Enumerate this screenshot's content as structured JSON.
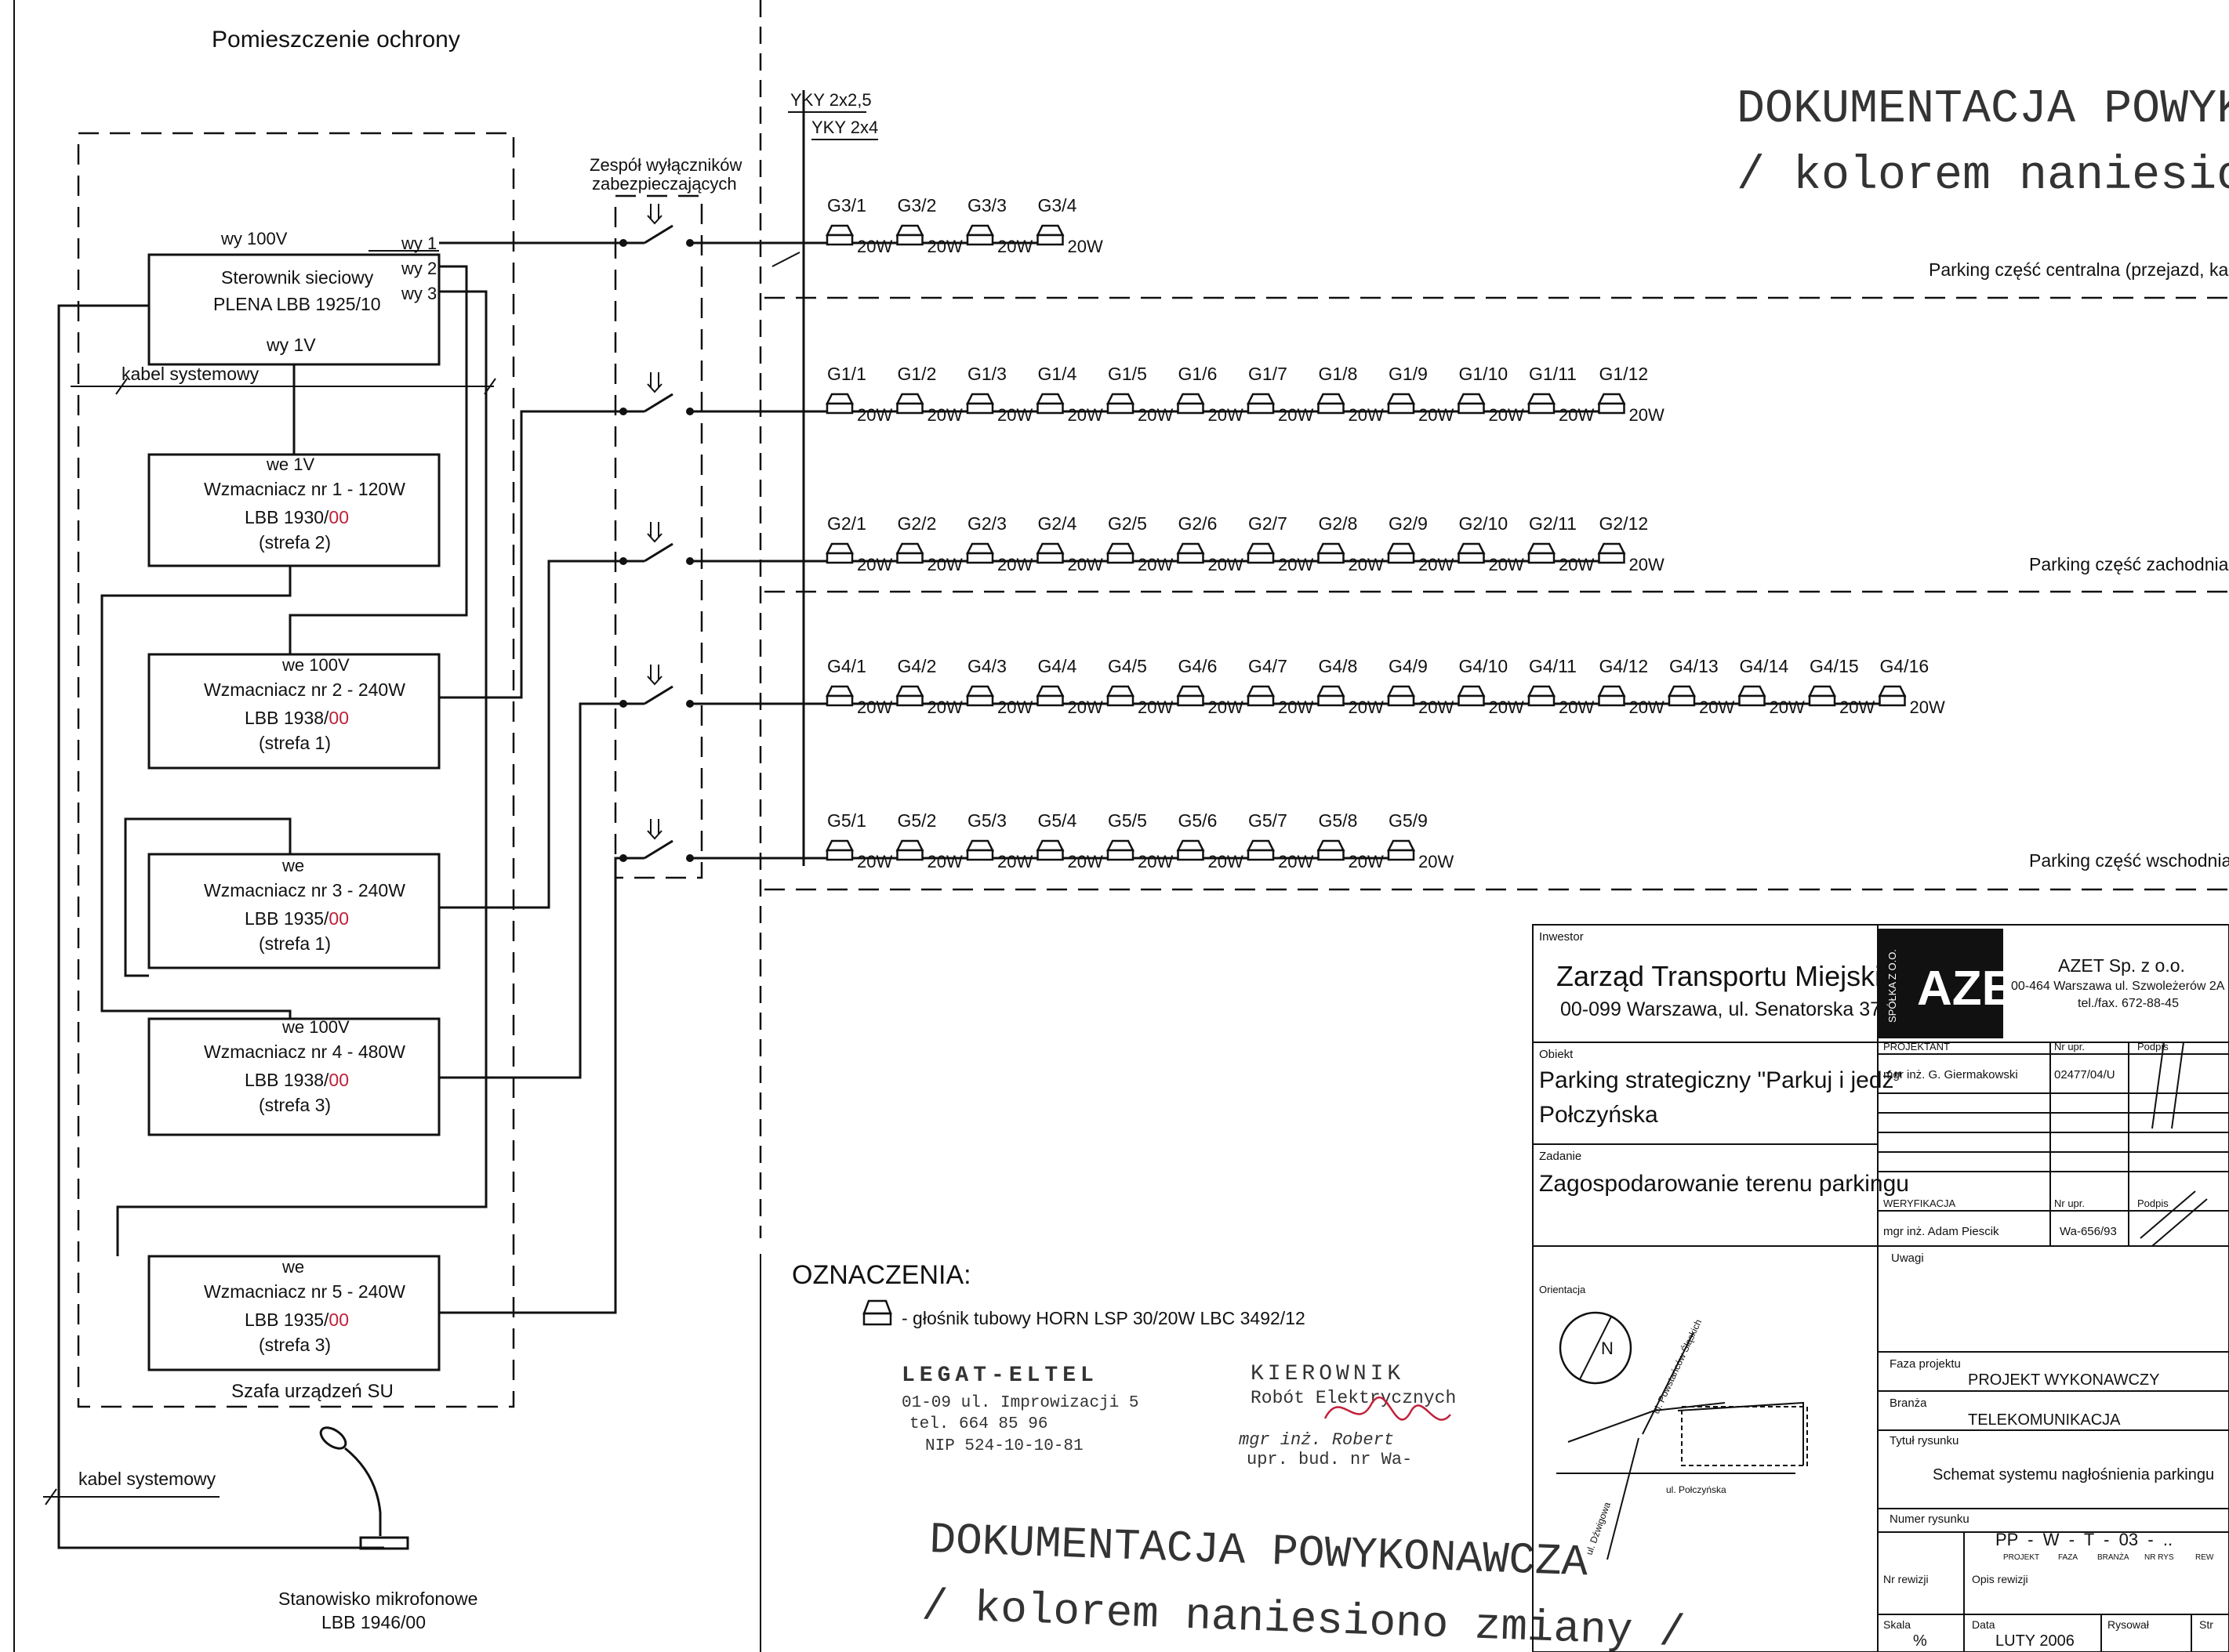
{
  "room_label": "Pomieszczenie ochrony",
  "cabinet_label": "Szafa urządzeń SU",
  "controller": {
    "line1": "Sterownik sieciowy",
    "line2": "PLENA LBB 1925/10",
    "in": "wy 1V",
    "out100": "wy 100V",
    "outs": [
      "wy 1",
      "wy 2",
      "wy 3"
    ]
  },
  "system_cable_top": "kabel systemowy",
  "system_cable_bottom": "kabel systemowy",
  "amplifiers": [
    {
      "input": "we 1V",
      "name": "Wzmacniacz nr 1 - 120W",
      "model": "LBB 1930/",
      "mark": "00",
      "zone": "(strefa 2)"
    },
    {
      "input": "we 100V",
      "name": "Wzmacniacz nr 2 - 240W",
      "model": "LBB 1938/",
      "mark": "00",
      "zone": "(strefa 1)"
    },
    {
      "input": "we",
      "name": "Wzmacniacz nr 3 - 240W",
      "model": "LBB 1935/",
      "mark": "00",
      "zone": "(strefa 1)"
    },
    {
      "input": "we 100V",
      "name": "Wzmacniacz nr 4 - 480W",
      "model": "LBB 1938/",
      "mark": "00",
      "zone": "(strefa 3)"
    },
    {
      "input": "we",
      "name": "Wzmacniacz nr 5 - 240W",
      "model": "LBB 1935/",
      "mark": "00",
      "zone": "(strefa 3)"
    }
  ],
  "microphone": {
    "line1": "Stanowisko mikrofonowe",
    "line2": "LBB 1946/00"
  },
  "breakers_label": {
    "line1": "Zespół wyłączników",
    "line2": "zabezpieczających"
  },
  "cables": {
    "top": "YKY 2x2,5",
    "bottom": "YKY 2x4"
  },
  "speaker_power": "20W",
  "speaker_rows": [
    {
      "ids": [
        "G3/1",
        "G3/2",
        "G3/3",
        "G3/4"
      ]
    },
    {
      "ids": [
        "G1/1",
        "G1/2",
        "G1/3",
        "G1/4",
        "G1/5",
        "G1/6",
        "G1/7",
        "G1/8",
        "G1/9",
        "G1/10",
        "G1/11",
        "G1/12"
      ]
    },
    {
      "ids": [
        "G2/1",
        "G2/2",
        "G2/3",
        "G2/4",
        "G2/5",
        "G2/6",
        "G2/7",
        "G2/8",
        "G2/9",
        "G2/10",
        "G2/11",
        "G2/12"
      ]
    },
    {
      "ids": [
        "G4/1",
        "G4/2",
        "G4/3",
        "G4/4",
        "G4/5",
        "G4/6",
        "G4/7",
        "G4/8",
        "G4/9",
        "G4/10",
        "G4/11",
        "G4/12",
        "G4/13",
        "G4/14",
        "G4/15",
        "G4/16"
      ]
    },
    {
      "ids": [
        "G5/1",
        "G5/2",
        "G5/3",
        "G5/4",
        "G5/5",
        "G5/6",
        "G5/7",
        "G5/8",
        "G5/9"
      ]
    }
  ],
  "zones": {
    "central": "Parking część centralna (przejazd, kasa)",
    "west": "Parking część zachodnia",
    "east": "Parking część wschodnia"
  },
  "stamp_top": {
    "line1": "DOKUMENTACJA POWYKONA",
    "line2": "/ kolorem naniesiono zm"
  },
  "stamp_bottom": {
    "line1": "DOKUMENTACJA POWYKONAWCZA",
    "line2": "/ kolorem naniesiono zmiany /"
  },
  "legend": {
    "title": "OZNACZENIA:",
    "speaker_desc": "- głośnik tubowy HORN LSP 30/20W LBC 3492/12"
  },
  "company_stamp": {
    "line1": "LEGAT-ELTEL",
    "line2": "01-09 ul. Improwizacji 5",
    "line3": "tel. 664 85 96",
    "line4": "NIP 524-10-10-81"
  },
  "manager_stamp": {
    "line1": "KIEROWNIK",
    "line2": "Robót Elektrycznych",
    "line3": "mgr inż. Robert",
    "line4": "upr. bud. nr Wa-"
  },
  "title_block": {
    "investor_label": "Inwestor",
    "investor_name": "Zarząd Transportu Miejskiego",
    "investor_addr": "00-099 Warszawa, ul. Senatorska 37",
    "logo_text": "AZET",
    "logo_side": "SPÓŁKA Z O.O.",
    "company_name": "AZET Sp. z o.o.",
    "company_addr": "00-464 Warszawa ul. Szwoleżerów 2A",
    "company_tel": "tel./fax. 672-88-45",
    "object_label": "Obiekt",
    "object_line1": "Parking strategiczny \"Parkuj i jedź\"",
    "object_line2": "Połczyńska",
    "task_label": "Zadanie",
    "task_text": "Zagospodarowanie terenu parkingu",
    "designer_label": "PROJEKTANT",
    "nrupr_label": "Nr upr.",
    "sign_label": "Podpis",
    "designer_name": "mgr inż. G. Giermakowski",
    "designer_nr": "02477/04/U",
    "verify_label": "WERYFIKACJA",
    "verifier_name": "mgr inż. Adam Piescik",
    "verifier_nr": "Wa-656/93",
    "notes_label": "Uwagi",
    "orient_label": "Orientacja",
    "phase_label": "Faza projektu",
    "phase_value": "PROJEKT WYKONAWCZY",
    "branch_label": "Branża",
    "branch_value": "TELEKOMUNIKACJA",
    "title_label": "Tytuł rysunku",
    "title_value": "Schemat systemu nagłośnienia parkingu",
    "drawing_no_label": "Numer rysunku",
    "drawing_no": "PP  -  W  -  T  -  03  -  ..",
    "drawing_no_parts": [
      "PROJEKT",
      "FAZA",
      "BRANŻA",
      "NR RYS",
      "REW"
    ],
    "rev_label": "Nr rewizji",
    "rev_desc_label": "Opis rewizji",
    "scale_label": "Skala",
    "scale_value": "%",
    "date_label": "Data",
    "date_value": "LUTY 2006",
    "drawn_label": "Rysował",
    "sheet_label": "Str",
    "street_labels": [
      "ul. Połczyńska",
      "ul. Dźwigowa",
      "ul. Powstańców Śląskich"
    ]
  }
}
